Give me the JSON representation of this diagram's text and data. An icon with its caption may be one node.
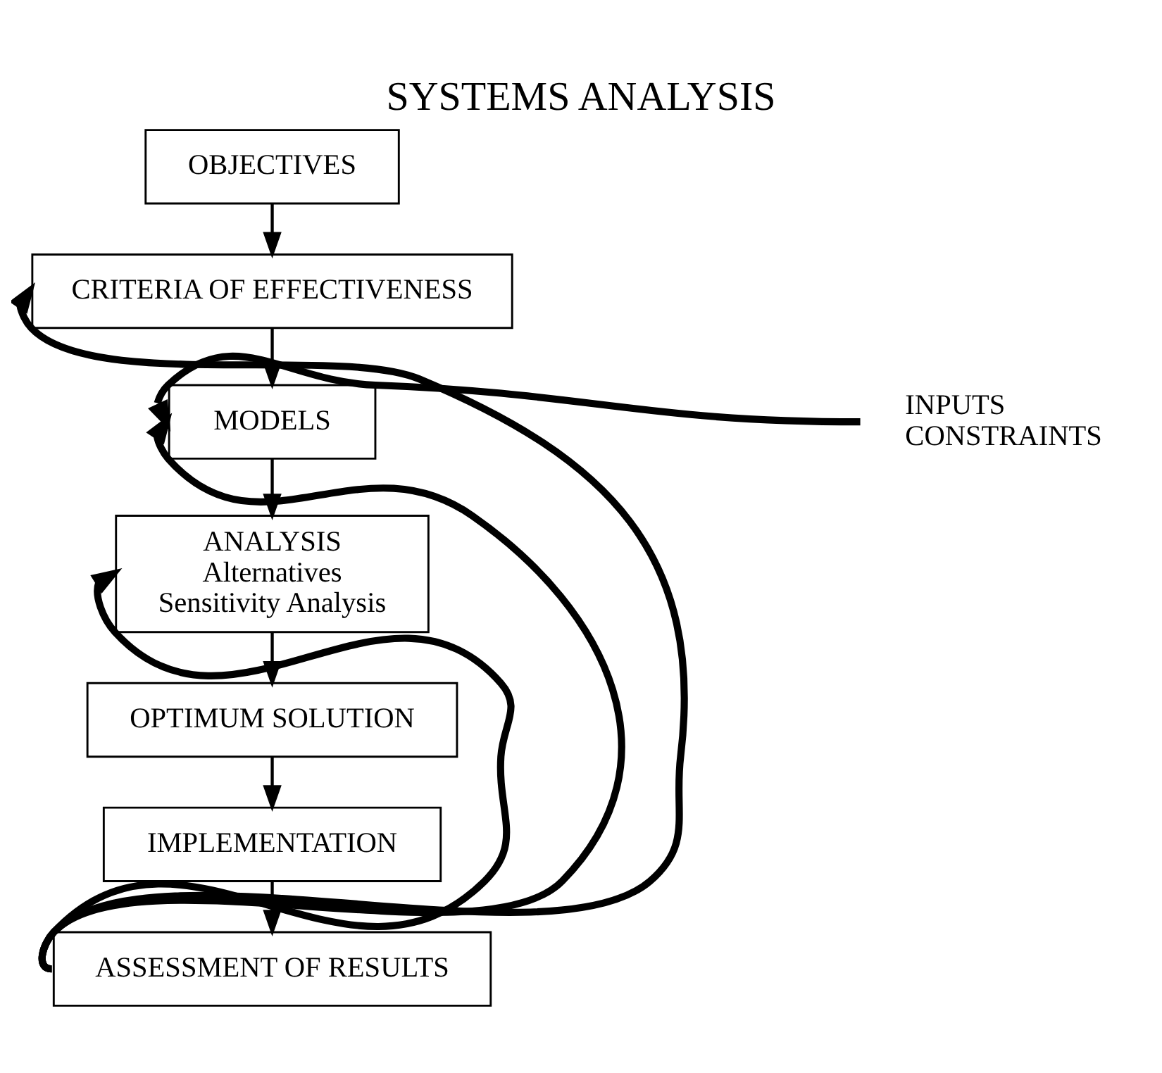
{
  "diagram": {
    "title": "SYSTEMS ANALYSIS",
    "nodes": [
      {
        "text": [
          "OBJECTIVES"
        ]
      },
      {
        "text": [
          "CRITERIA OF EFFECTIVENESS"
        ]
      },
      {
        "text": [
          "MODELS"
        ]
      },
      {
        "text": [
          "ANALYSIS",
          "Alternatives",
          "Sensitivity Analysis"
        ]
      },
      {
        "text": [
          "OPTIMUM SOLUTION"
        ]
      },
      {
        "text": [
          "IMPLEMENTATION"
        ]
      },
      {
        "text": [
          "ASSESSMENT OF RESULTS"
        ]
      },
      {
        "text": [
          "INPUTS CONSTRAINTS"
        ]
      }
    ],
    "edges": [
      {
        "from": 0,
        "to": 1,
        "arrow": "to"
      },
      {
        "from": 1,
        "to": 2,
        "arrow": "to"
      },
      {
        "from": 2,
        "to": 3,
        "arrow": "to"
      },
      {
        "from": 3,
        "to": 4,
        "arrow": "to"
      },
      {
        "from": 4,
        "to": 5,
        "arrow": "to"
      },
      {
        "from": 5,
        "to": 6,
        "arrow": "to"
      },
      {
        "from": 7,
        "to": 2,
        "arrow": "to",
        "style": "thick"
      },
      {
        "from": 6,
        "to": 3,
        "arrow": "to",
        "style": "thick"
      },
      {
        "from": 6,
        "to": 2,
        "arrow": "to",
        "style": "thick"
      },
      {
        "from": 6,
        "to": 1,
        "arrow": "to",
        "style": "thick"
      }
    ]
  }
}
